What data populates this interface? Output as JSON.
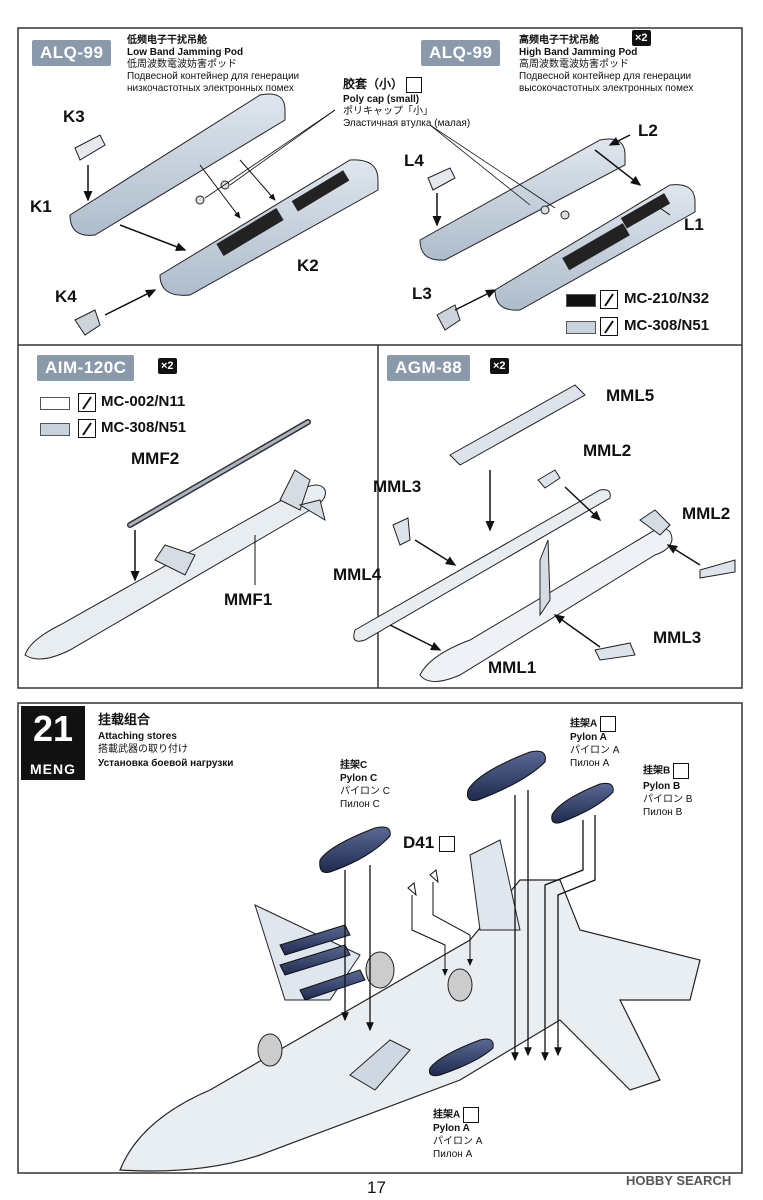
{
  "top_left": {
    "code": "ALQ-99",
    "name_cn": "低频电子干扰吊舱",
    "name_en": "Low Band Jamming Pod",
    "name_jp": "低周波数電波妨害ポッド",
    "name_ru1": "Подвесной контейнер для генерации",
    "name_ru2": "низкочастотных электронных помех",
    "parts": [
      "K1",
      "K2",
      "K3",
      "K4"
    ]
  },
  "top_right": {
    "code": "ALQ-99",
    "multiplier": "×2",
    "name_cn": "高频电子干扰吊舱",
    "name_en": "High Band Jamming Pod",
    "name_jp": "高周波数電波妨害ポッド",
    "name_ru1": "Подвесной контейнер для генерации",
    "name_ru2": "высокочастотных электронных помех",
    "parts": [
      "L1",
      "L2",
      "L3",
      "L4"
    ],
    "colors": [
      {
        "code": "MC-210/N32",
        "swatch": "#111111"
      },
      {
        "code": "MC-308/N51",
        "swatch": "#c9d2dc"
      }
    ]
  },
  "polycap": {
    "cn": "胶套（小）",
    "en": "Poly cap (small)",
    "jp": "ポリキャップ「小」",
    "ru": "Эластичная втулка (малая)"
  },
  "aim120": {
    "code": "AIM-120C",
    "multiplier": "×2",
    "colors": [
      {
        "code": "MC-002/N11",
        "swatch": "#ffffff"
      },
      {
        "code": "MC-308/N51",
        "swatch": "#c9d2dc"
      }
    ],
    "parts": [
      "MMF2",
      "MMF1"
    ]
  },
  "agm88": {
    "code": "AGM-88",
    "multiplier": "×2",
    "parts": [
      "MML5",
      "MML2",
      "MML3",
      "MML2",
      "MML4",
      "MML3",
      "MML1"
    ]
  },
  "step": {
    "number": "21",
    "brand": "MENG",
    "title_cn": "挂载组合",
    "title_en": "Attaching stores",
    "title_jp": "搭載武器の取り付け",
    "title_ru": "Установка боевой нагрузки"
  },
  "pylons": {
    "c": {
      "cn": "挂架C",
      "en": "Pylon C",
      "jp": "パイロン C",
      "ru": "Пилон C"
    },
    "a_top": {
      "cn": "挂架A",
      "en": "Pylon A",
      "jp": "パイロン A",
      "ru": "Пилон A"
    },
    "b": {
      "cn": "挂架B",
      "en": "Pylon B",
      "jp": "パイロン B",
      "ru": "Пилон B"
    },
    "a_bottom": {
      "cn": "挂架A",
      "en": "Pylon A",
      "jp": "パイロン A",
      "ru": "Пилон A"
    },
    "d41": "D41"
  },
  "page_number": "17",
  "watermark": "HOBBY SEARCH"
}
